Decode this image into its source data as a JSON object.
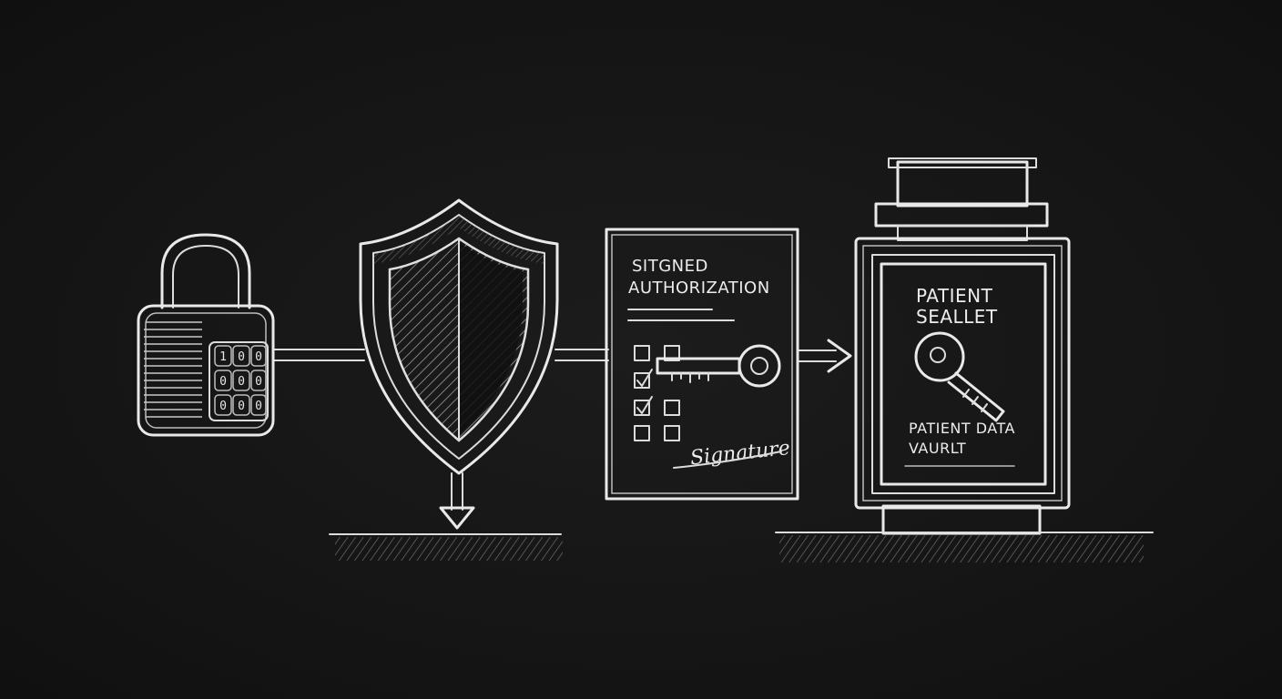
{
  "padlock": {
    "dial_digits": [
      [
        "1",
        "0",
        "0"
      ],
      [
        "0",
        "0",
        "0"
      ],
      [
        "0",
        "0",
        "0"
      ]
    ]
  },
  "document": {
    "title_line1": "SITGNED",
    "title_line2": "AUTHORIZATION",
    "signature": "Signature",
    "checkboxes": [
      {
        "checked": false
      },
      {
        "checked": true
      },
      {
        "checked": true
      },
      {
        "checked": false
      }
    ]
  },
  "vault": {
    "title_line1": "PATIENT",
    "title_line2": "SEALLET",
    "subtitle_line1": "PATIENT DATA",
    "subtitle_line2": "VAURLT"
  }
}
